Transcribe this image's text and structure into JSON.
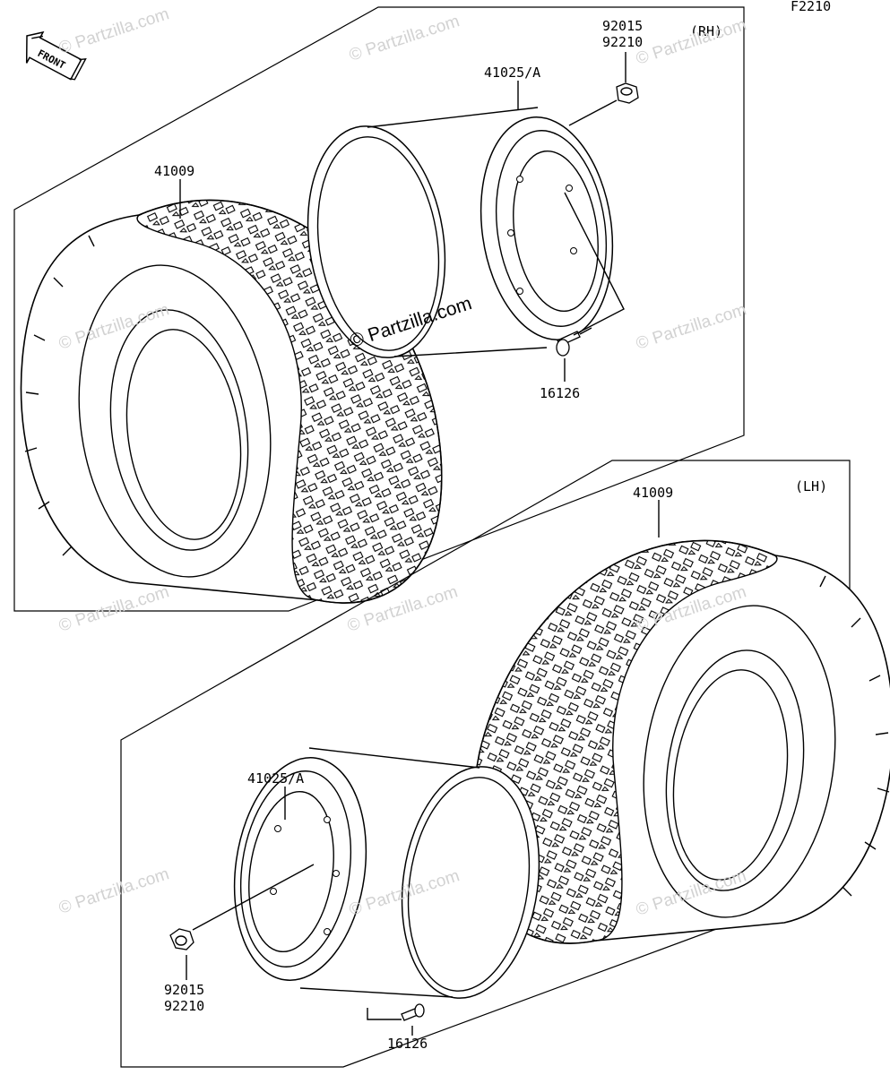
{
  "figure_code": "F2210",
  "front_label": "FRONT",
  "rh_section": {
    "side_label": "(RH)",
    "tire_part": "41009",
    "wheel_part": "41025/A",
    "nut_part_1": "92015",
    "nut_part_2": "92210",
    "valve_part": "16126"
  },
  "lh_section": {
    "side_label": "(LH)",
    "tire_part": "41009",
    "wheel_part": "41025/A",
    "nut_part_1": "92015",
    "nut_part_2": "92210",
    "valve_part": "16126"
  },
  "watermark_text": "© Partzilla.com",
  "center_watermark_text": "© Partzilla.com"
}
